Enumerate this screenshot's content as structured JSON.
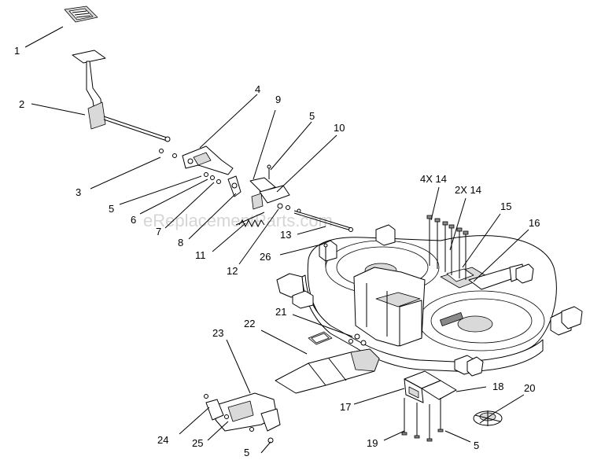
{
  "watermark": "eReplacementParts.com",
  "callouts": {
    "c1": "1",
    "c2": "2",
    "c3": "3",
    "c4": "4",
    "c5a": "5",
    "c5b": "5",
    "c6": "6",
    "c7": "7",
    "c8": "8",
    "c9": "9",
    "c10": "10",
    "c11": "11",
    "c12": "12",
    "c13": "13",
    "c4x14": "4X 14",
    "c2x14": "2X 14",
    "c15": "15",
    "c16": "16",
    "c26": "26",
    "c21": "21",
    "c22": "22",
    "c23": "23",
    "c24": "24",
    "c25": "25",
    "c5c": "5",
    "c17": "17",
    "c18": "18",
    "c20": "20",
    "c19": "19",
    "c5d": "5"
  }
}
